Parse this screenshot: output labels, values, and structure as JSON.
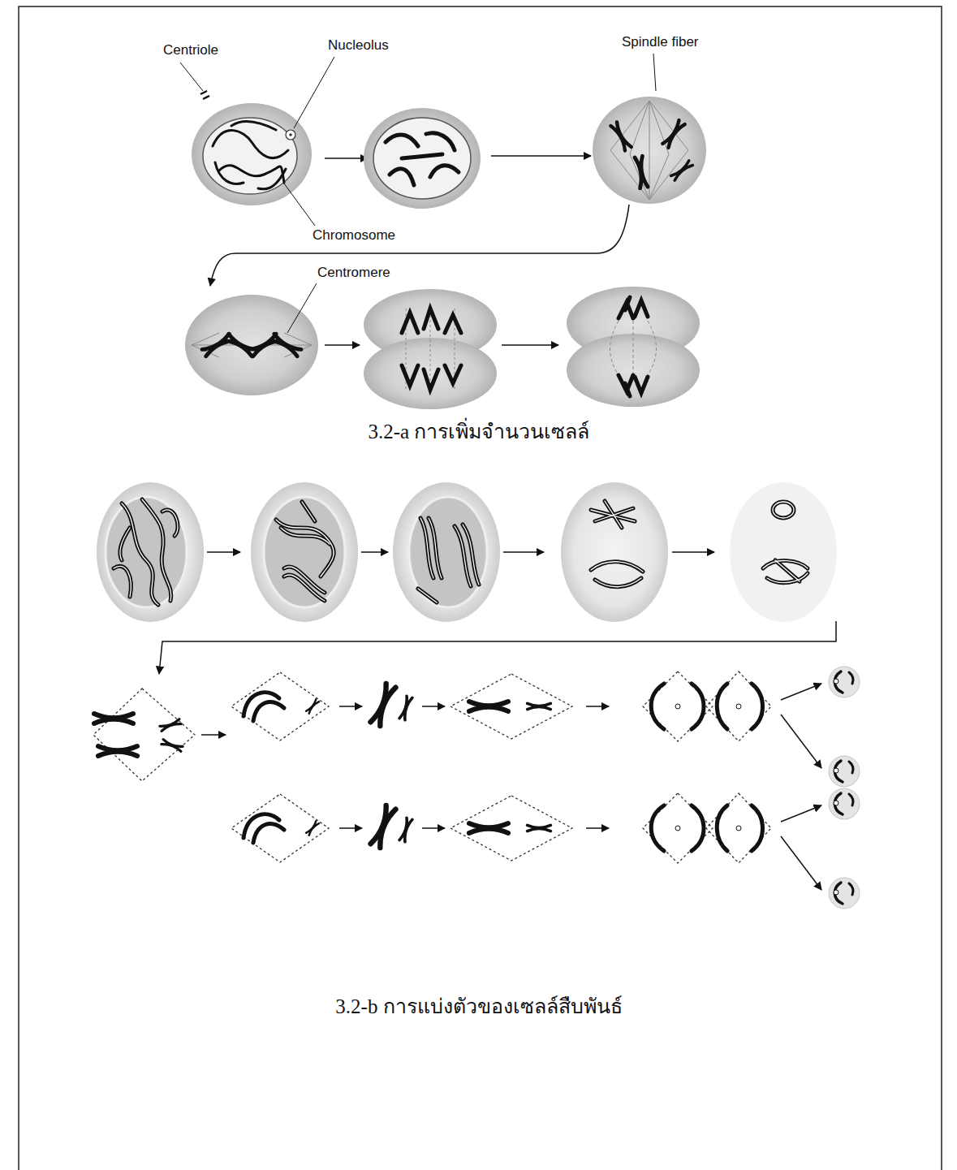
{
  "diagram": {
    "labels": [
      "Centriole",
      "Nucleolus",
      "Chromosome",
      "Spindle fiber",
      "Centromere",
      "3.2-a การเพิ่มจำนวนเซลล์",
      "3.2-b การแบ่งตัวของเซลล์สืบพันธ์"
    ]
  }
}
